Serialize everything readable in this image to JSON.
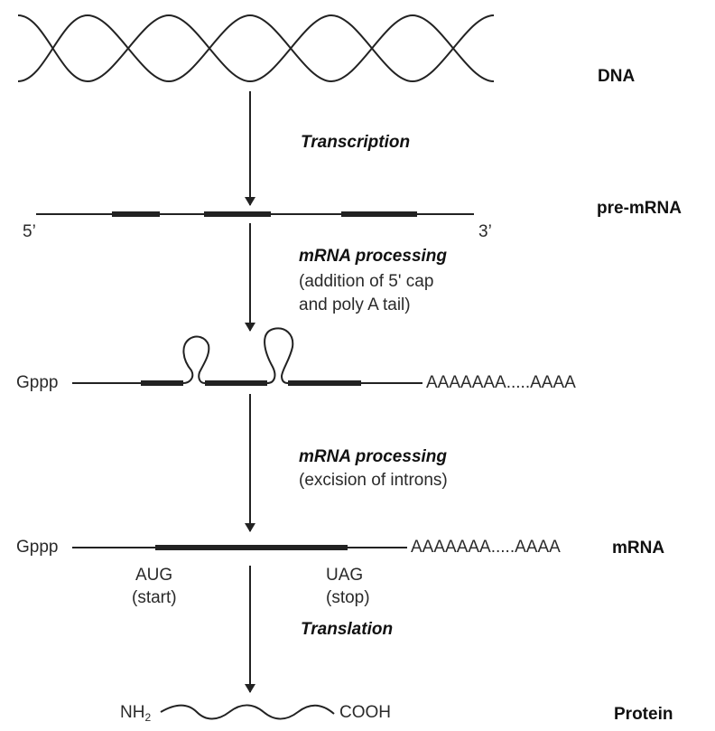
{
  "labels": {
    "dna": "DNA",
    "pre_mrna": "pre-mRNA",
    "mrna": "mRNA",
    "protein": "Protein"
  },
  "steps": {
    "transcription": "Transcription",
    "processing1_title": "mRNA processing",
    "processing1_line1": "(addition of 5' cap",
    "processing1_line2": "and poly A tail)",
    "processing2_title": "mRNA processing",
    "processing2_line1": "(excision of introns)",
    "translation": "Translation"
  },
  "pre_mrna_ends": {
    "five": "5’",
    "three": "3’"
  },
  "capped": {
    "cap": "Gppp",
    "tail": "AAAAAAA.....AAAA"
  },
  "mature": {
    "cap": "Gppp",
    "tail": "AAAAAAA.....AAAA",
    "start_codon": "AUG",
    "start_note": "(start)",
    "stop_codon": "UAG",
    "stop_note": "(stop)"
  },
  "protein_ends": {
    "amino_prefix": "NH",
    "amino_sub": "2",
    "carboxyl": "COOH"
  }
}
